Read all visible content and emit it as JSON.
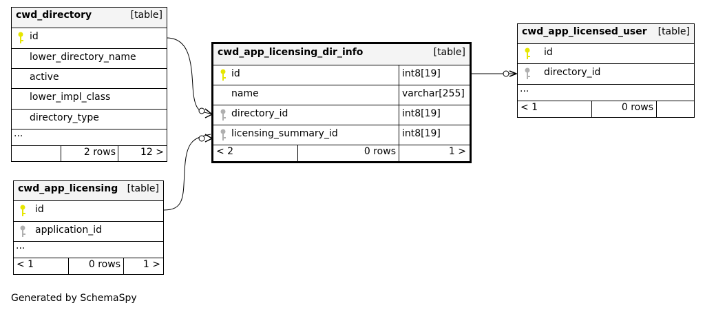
{
  "tables": {
    "cwd_directory": {
      "name": "cwd_directory",
      "type": "[table]",
      "columns": [
        {
          "name": "id",
          "key": "primary"
        },
        {
          "name": "lower_directory_name",
          "key": "none"
        },
        {
          "name": "active",
          "key": "none"
        },
        {
          "name": "lower_impl_class",
          "key": "none"
        },
        {
          "name": "directory_type",
          "key": "none"
        }
      ],
      "more": "...",
      "footer": {
        "left": "",
        "mid": "2 rows",
        "right": "12 >"
      }
    },
    "cwd_app_licensing_dir_info": {
      "name": "cwd_app_licensing_dir_info",
      "type": "[table]",
      "columns": [
        {
          "name": "id",
          "datatype": "int8[19]",
          "key": "primary"
        },
        {
          "name": "name",
          "datatype": "varchar[255]",
          "key": "none"
        },
        {
          "name": "directory_id",
          "datatype": "int8[19]",
          "key": "foreign"
        },
        {
          "name": "licensing_summary_id",
          "datatype": "int8[19]",
          "key": "foreign"
        }
      ],
      "footer": {
        "left": "< 2",
        "mid": "0 rows",
        "right": "1 >"
      }
    },
    "cwd_app_licensed_user": {
      "name": "cwd_app_licensed_user",
      "type": "[table]",
      "columns": [
        {
          "name": "id",
          "key": "primary"
        },
        {
          "name": "directory_id",
          "key": "foreign"
        }
      ],
      "more": "...",
      "footer": {
        "left": "< 1",
        "mid": "0 rows",
        "right": ""
      }
    },
    "cwd_app_licensing": {
      "name": "cwd_app_licensing",
      "type": "[table]",
      "columns": [
        {
          "name": "id",
          "key": "primary"
        },
        {
          "name": "application_id",
          "key": "foreign"
        }
      ],
      "more": "...",
      "footer": {
        "left": "< 1",
        "mid": "0 rows",
        "right": "1 >"
      }
    }
  },
  "relationships": [
    {
      "from": "cwd_directory.id",
      "to": "cwd_app_licensing_dir_info.directory_id"
    },
    {
      "from": "cwd_app_licensing.id",
      "to": "cwd_app_licensing_dir_info.licensing_summary_id"
    },
    {
      "from": "cwd_app_licensing_dir_info.id",
      "to": "cwd_app_licensed_user.directory_id"
    }
  ],
  "colors": {
    "primary_key": "#e6e600",
    "foreign_key": "#b0b0b0",
    "header_bg": "#f4f4f4"
  },
  "footer_text": "Generated by SchemaSpy"
}
